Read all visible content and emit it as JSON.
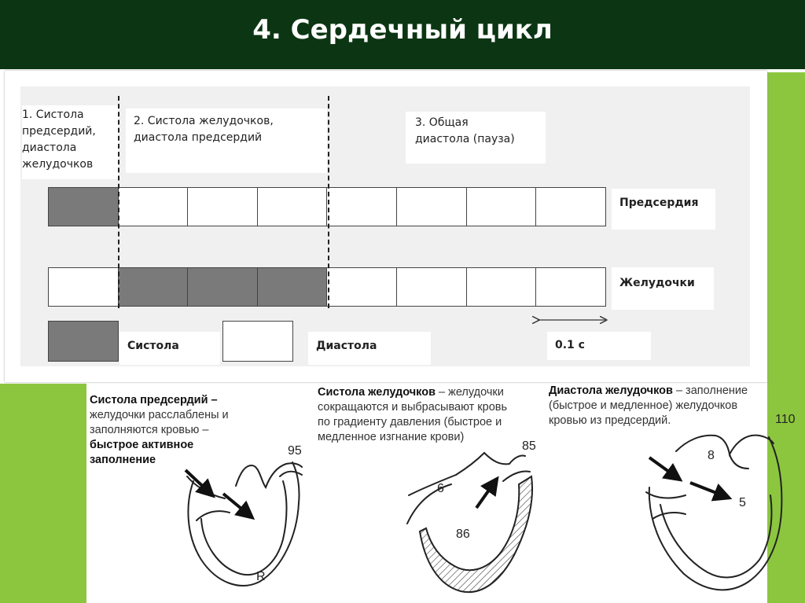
{
  "title": "4. Сердечный цикл",
  "phases": {
    "phase1": [
      "1. Систола",
      "предсердий,",
      "диастола",
      "желудочков"
    ],
    "phase2": [
      "2. Систола  желудочков,",
      "диастола предсердий"
    ],
    "phase3": [
      "3. Общая",
      "диастола (пауза)"
    ]
  },
  "rows": {
    "atria_label": "Предсердия",
    "ventricles_label": "Желудочки",
    "atria_states": [
      "systole",
      "diastole",
      "diastole",
      "diastole",
      "diastole",
      "diastole",
      "diastole",
      "diastole"
    ],
    "ventricles_states": [
      "diastole",
      "systole",
      "systole",
      "systole",
      "diastole",
      "diastole",
      "diastole",
      "diastole"
    ]
  },
  "legend": {
    "systole": "Систола",
    "diastole": "Диастола",
    "scale": "0.1 с"
  },
  "descriptions": {
    "d1": {
      "bold1": "Систола предсердий –",
      "text": [
        "желудочки расслаблены и",
        "заполняются кровью –"
      ],
      "bold2": [
        "быстрое активное",
        "заполнение"
      ]
    },
    "d2": {
      "bold1": "Систола желудочков",
      "text1": " – желудочки",
      "text": [
        "сокращаются и выбрасывают кровь",
        "по градиенту давления (быстрое и",
        "медленное изгнание крови)"
      ]
    },
    "d3": {
      "bold1": "Диастола желудочков",
      "text1": " – заполнение",
      "text": [
        "(быстрое и медленное) желудочков",
        "кровью из предсердий."
      ]
    }
  },
  "heart_numbers": {
    "h1": [
      "95",
      "R"
    ],
    "h2": [
      "85",
      "6",
      "86"
    ],
    "h3": [
      "110",
      "8",
      "5"
    ]
  },
  "colors": {
    "header": "#0c3613",
    "accent_green": "#8cc63f",
    "systole_fill": "#7a7a7a"
  }
}
